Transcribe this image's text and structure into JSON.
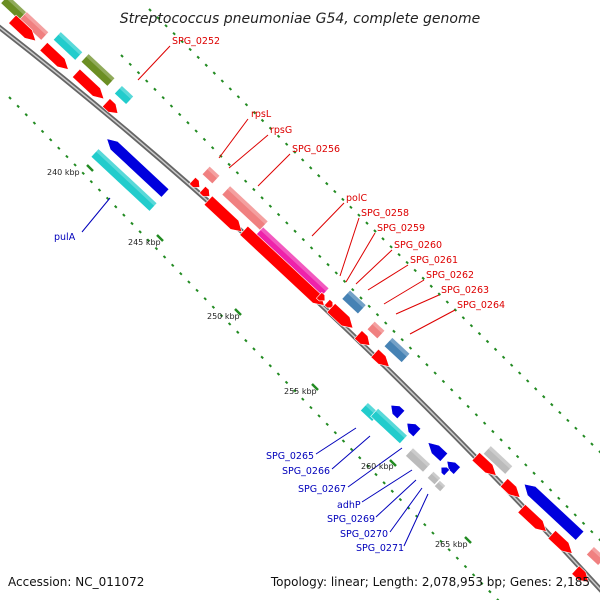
{
  "title": "Streptococcus pneumoniae G54, complete genome",
  "footer": {
    "accession": "Accession: NC_011072",
    "summary": "Topology: linear; Length: 2,078,953 bp; Genes: 2,185"
  },
  "colors": {
    "forward": "#ff0000",
    "forward_light": "#f08080",
    "reverse": "#0000dd",
    "reverse_cyan": "#22cccc",
    "magenta": "#ee22aa",
    "steel": "#4682b4",
    "olive": "#6b8e23",
    "gray": "#bbbbbb",
    "backbone": "#888888",
    "tick": "#228b22",
    "label_red": "#dd0000",
    "label_blue": "#0000bb"
  },
  "scale_labels": [
    "240 kbp",
    "245 kbp",
    "250 kbp",
    "255 kbp",
    "260 kbp",
    "265 kbp"
  ],
  "gene_labels": {
    "forward": [
      "SPG_0252",
      "rpsL",
      "rpsG",
      "SPG_0256",
      "polC",
      "SPG_0258",
      "SPG_0259",
      "SPG_0260",
      "SPG_0261",
      "SPG_0262",
      "SPG_0263",
      "SPG_0264"
    ],
    "reverse": [
      "pulA",
      "SPG_0265",
      "SPG_0266",
      "SPG_0267",
      "adhP",
      "SPG_0269",
      "SPG_0270",
      "SPG_0271"
    ]
  }
}
